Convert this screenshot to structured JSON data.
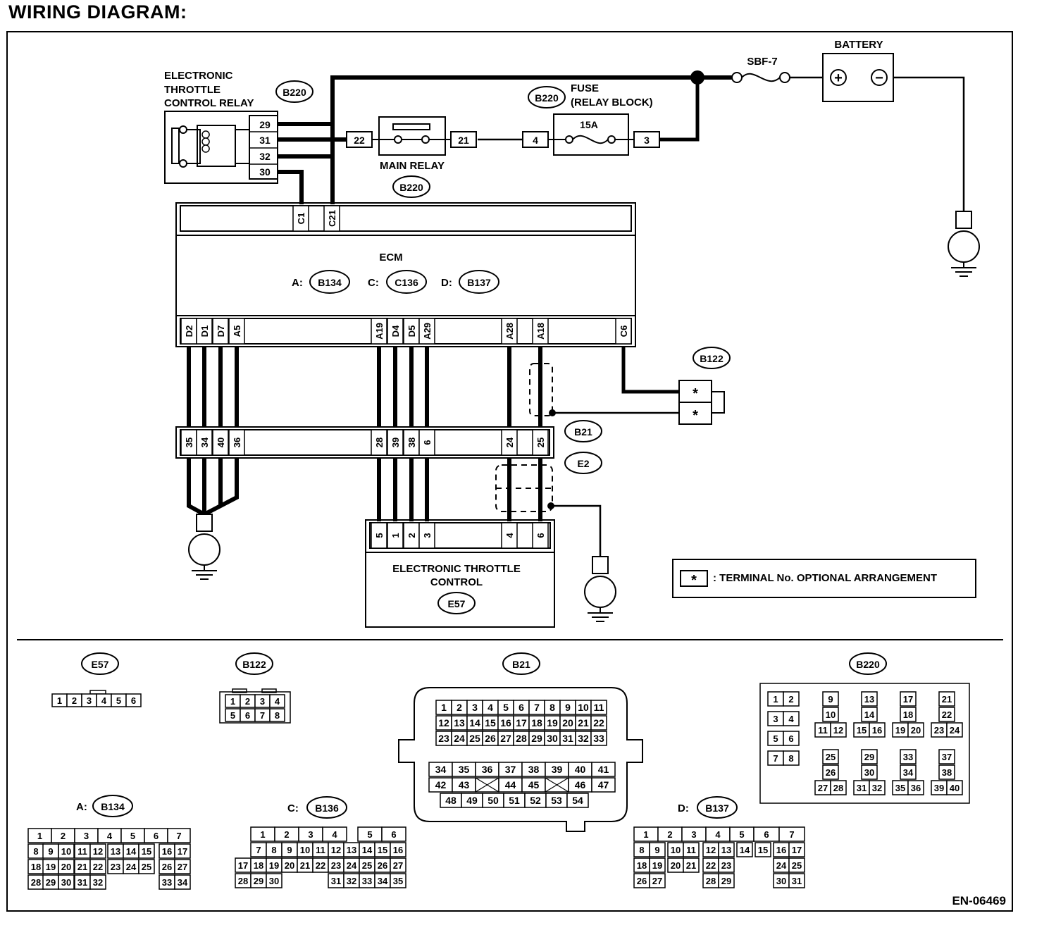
{
  "title": "WIRING DIAGRAM:",
  "figure_code": "EN-06469",
  "components": {
    "relay": {
      "label_lines": [
        "ELECTRONIC",
        "THROTTLE",
        "CONTROL RELAY"
      ],
      "connector": "B220",
      "pins": [
        "29",
        "31",
        "32",
        "30"
      ]
    },
    "main_relay": {
      "label": "MAIN RELAY",
      "connector": "B220",
      "pins": [
        "22",
        "21"
      ]
    },
    "fuse": {
      "label_lines": [
        "FUSE",
        "(RELAY BLOCK)"
      ],
      "connector": "B220",
      "rating": "15A",
      "pins": [
        "4",
        "3"
      ]
    },
    "sbf": {
      "label": "SBF-7"
    },
    "battery": {
      "label": "BATTERY",
      "plus": "+",
      "minus": "−"
    },
    "ecm": {
      "label": "ECM",
      "connectors": [
        {
          "prefix": "A:",
          "id": "B134"
        },
        {
          "prefix": "C:",
          "id": "C136"
        },
        {
          "prefix": "D:",
          "id": "B137"
        }
      ],
      "top_pins": [
        "C1",
        "C21"
      ],
      "bottom_pins": [
        "D2",
        "D1",
        "D7",
        "A5",
        "A19",
        "D4",
        "D5",
        "A29",
        "A28",
        "A18",
        "C6"
      ]
    },
    "b122": {
      "id": "B122",
      "pins": [
        "*",
        "*"
      ]
    },
    "joint": {
      "ids": [
        "B21",
        "E2"
      ],
      "pins": [
        "35",
        "34",
        "40",
        "36",
        "28",
        "39",
        "38",
        "6",
        "24",
        "25"
      ]
    },
    "etc": {
      "label_lines": [
        "ELECTRONIC THROTTLE",
        "CONTROL"
      ],
      "connector": "E57",
      "pins": [
        "5",
        "1",
        "2",
        "3",
        "4",
        "6"
      ]
    },
    "ground": "E",
    "legend": {
      "symbol": "*",
      "text": ": TERMINAL No. OPTIONAL ARRANGEMENT"
    }
  },
  "connector_views": {
    "e57": {
      "id": "E57",
      "pins": [
        "1",
        "2",
        "3",
        "4",
        "5",
        "6"
      ]
    },
    "b122": {
      "id": "B122",
      "rows": [
        [
          "1",
          "2",
          "3",
          "4"
        ],
        [
          "5",
          "6",
          "7",
          "8"
        ]
      ]
    },
    "b21": {
      "id": "B21",
      "rows": [
        [
          "1",
          "2",
          "3",
          "4",
          "5",
          "6",
          "7",
          "8",
          "9",
          "10",
          "11"
        ],
        [
          "12",
          "13",
          "14",
          "15",
          "16",
          "17",
          "18",
          "19",
          "20",
          "21",
          "22"
        ],
        [
          "23",
          "24",
          "25",
          "26",
          "27",
          "28",
          "29",
          "30",
          "31",
          "32",
          "33"
        ],
        [
          "34",
          "35",
          "36",
          "37",
          "38",
          "39",
          "40",
          "41"
        ],
        [
          "42",
          "43",
          "",
          "44",
          "45",
          "",
          "46",
          "47"
        ],
        [
          "48",
          "49",
          "50",
          "51",
          "52",
          "53",
          "54"
        ]
      ]
    },
    "b220": {
      "id": "B220",
      "pins": [
        "1",
        "2",
        "3",
        "4",
        "5",
        "6",
        "7",
        "8",
        "9",
        "10",
        "11",
        "12",
        "13",
        "14",
        "15",
        "16",
        "17",
        "18",
        "19",
        "20",
        "21",
        "22",
        "23",
        "24",
        "25",
        "26",
        "27",
        "28",
        "29",
        "30",
        "31",
        "32",
        "33",
        "34",
        "35",
        "36",
        "37",
        "38",
        "39",
        "40"
      ]
    },
    "b134": {
      "prefix": "A:",
      "id": "B134",
      "rows": [
        [
          "1",
          "2",
          "3",
          "4",
          "5",
          "6",
          "7"
        ],
        [
          "8",
          "9",
          "10",
          "11",
          "12",
          "13",
          "14",
          "15",
          "16",
          "17"
        ],
        [
          "18",
          "19",
          "20",
          "21",
          "22",
          "23",
          "24",
          "25",
          "26",
          "27"
        ],
        [
          "28",
          "29",
          "30",
          "31",
          "32",
          "33",
          "34"
        ]
      ]
    },
    "b136": {
      "prefix": "C:",
      "id": "B136",
      "rows": [
        [
          "1",
          "2",
          "3",
          "4",
          "5",
          "6"
        ],
        [
          "7",
          "8",
          "9",
          "10",
          "11",
          "12",
          "13",
          "14",
          "15",
          "16"
        ],
        [
          "17",
          "18",
          "19",
          "20",
          "21",
          "22",
          "23",
          "24",
          "25",
          "26",
          "27"
        ],
        [
          "28",
          "29",
          "30",
          "31",
          "32",
          "33",
          "34",
          "35"
        ]
      ]
    },
    "b137": {
      "prefix": "D:",
      "id": "B137",
      "rows": [
        [
          "1",
          "2",
          "3",
          "4",
          "5",
          "6",
          "7"
        ],
        [
          "8",
          "9",
          "10",
          "11",
          "12",
          "13",
          "14",
          "15",
          "16",
          "17"
        ],
        [
          "18",
          "19",
          "20",
          "21",
          "22",
          "23",
          "24",
          "25"
        ],
        [
          "26",
          "27",
          "28",
          "29",
          "30",
          "31"
        ]
      ]
    }
  }
}
